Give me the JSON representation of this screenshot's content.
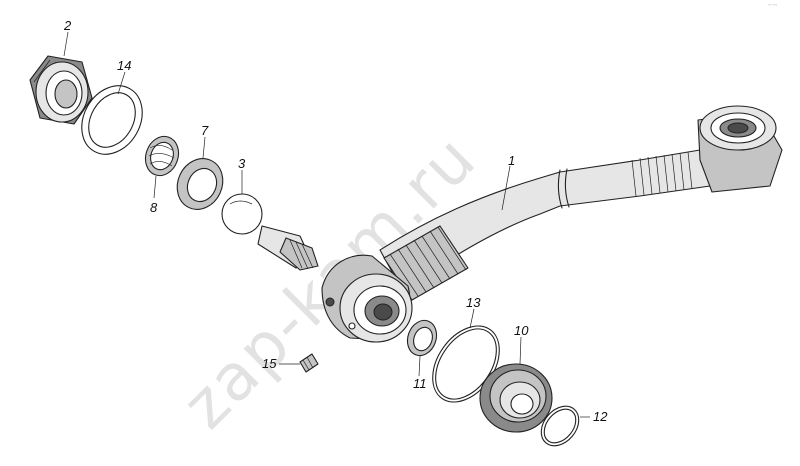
{
  "watermark": "zap-kam.ru",
  "corner_mark": "°° °°°",
  "callouts": [
    "1",
    "2",
    "3",
    "7",
    "8",
    "10",
    "11",
    "12",
    "13",
    "14",
    "15"
  ]
}
